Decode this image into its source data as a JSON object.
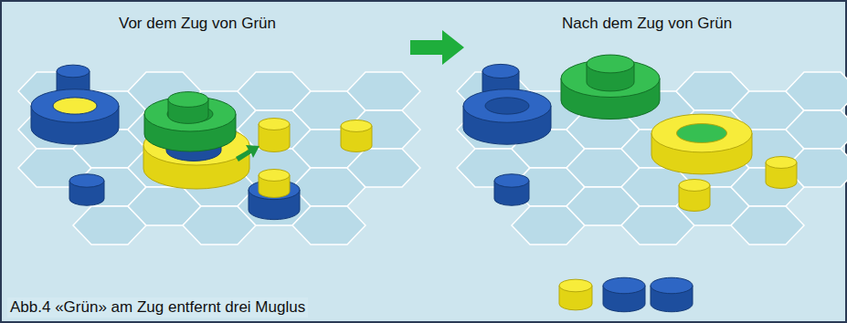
{
  "diagram": {
    "caption": "Abb.4 «Grün» am Zug entfernt drei Muglus",
    "labels": [
      "Vor dem Zug von Grün",
      "Nach dem Zug von Grün"
    ]
  }
}
